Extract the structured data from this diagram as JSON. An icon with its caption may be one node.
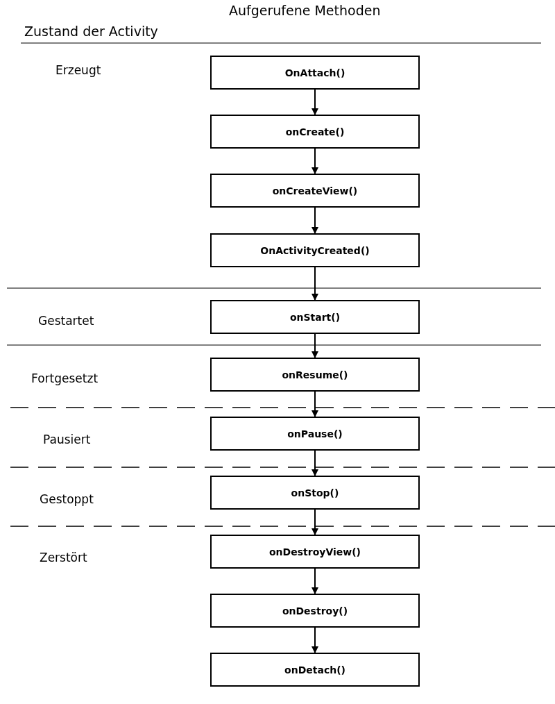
{
  "diagram": {
    "title": "Aufgerufene Methoden",
    "nodes": [
      {
        "text": [
          "OnAttach()"
        ]
      },
      {
        "text": [
          "onCreate()"
        ]
      },
      {
        "text": [
          "onCreateView()"
        ]
      },
      {
        "text": [
          "OnActivityCreated()"
        ]
      },
      {
        "text": [
          "onStart()"
        ]
      },
      {
        "text": [
          "onResume()"
        ]
      },
      {
        "text": [
          "onPause()"
        ]
      },
      {
        "text": [
          "onStop()"
        ]
      },
      {
        "text": [
          "onDestroyView()"
        ]
      },
      {
        "text": [
          "onDestroy()"
        ]
      },
      {
        "text": [
          "onDetach()"
        ]
      }
    ],
    "edges": [
      {
        "from": 0,
        "to": 1,
        "arrow": "to"
      },
      {
        "from": 1,
        "to": 2,
        "arrow": "to"
      },
      {
        "from": 2,
        "to": 3,
        "arrow": "to"
      },
      {
        "from": 3,
        "to": 4,
        "arrow": "to"
      },
      {
        "from": 4,
        "to": 5,
        "arrow": "to"
      },
      {
        "from": 5,
        "to": 6,
        "arrow": "to"
      },
      {
        "from": 6,
        "to": 7,
        "arrow": "to"
      },
      {
        "from": 7,
        "to": 8,
        "arrow": "to"
      },
      {
        "from": 8,
        "to": 9,
        "arrow": "to"
      },
      {
        "from": 9,
        "to": 10,
        "arrow": "to"
      }
    ],
    "labels": [
      "Zustand der Activity",
      "Erzeugt",
      "Gestartet",
      "Fortgesetzt",
      "Pausiert",
      "Gestoppt",
      "Zerstört"
    ]
  }
}
